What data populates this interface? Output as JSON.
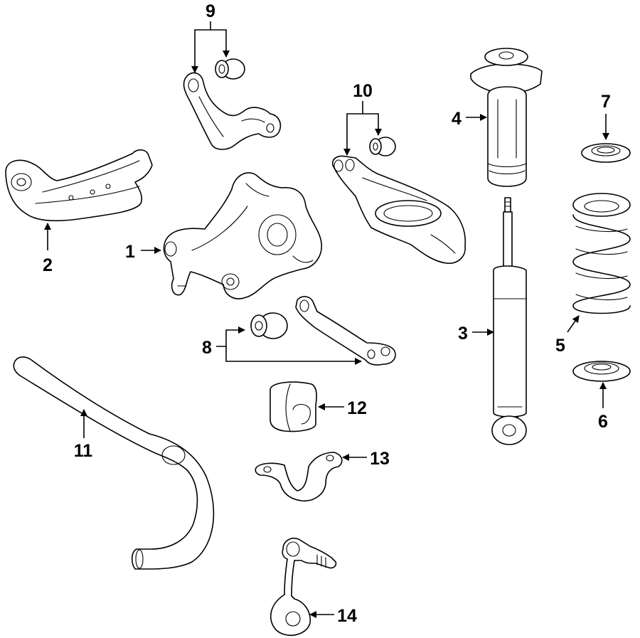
{
  "diagram": {
    "callouts": [
      {
        "id": "1",
        "label": "1"
      },
      {
        "id": "2",
        "label": "2"
      },
      {
        "id": "3",
        "label": "3"
      },
      {
        "id": "4",
        "label": "4"
      },
      {
        "id": "5",
        "label": "5"
      },
      {
        "id": "6",
        "label": "6"
      },
      {
        "id": "7",
        "label": "7"
      },
      {
        "id": "8",
        "label": "8"
      },
      {
        "id": "9",
        "label": "9"
      },
      {
        "id": "10",
        "label": "10"
      },
      {
        "id": "11",
        "label": "11"
      },
      {
        "id": "12",
        "label": "12"
      },
      {
        "id": "13",
        "label": "13"
      },
      {
        "id": "14",
        "label": "14"
      }
    ],
    "colors": {
      "ink": "#000000",
      "background": "#ffffff"
    }
  }
}
